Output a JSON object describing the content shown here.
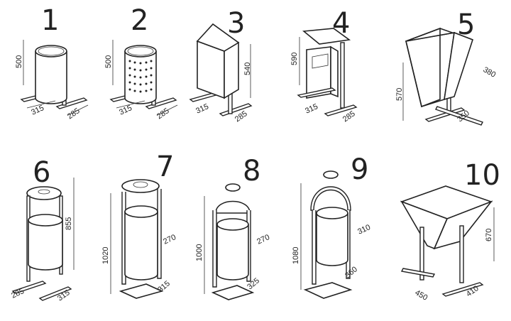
{
  "items": [
    {
      "number": "1",
      "dims": [
        "500",
        "315",
        "285"
      ]
    },
    {
      "number": "2",
      "dims": [
        "500",
        "315",
        "285"
      ]
    },
    {
      "number": "3",
      "dims": [
        "540",
        "315",
        "285"
      ]
    },
    {
      "number": "4",
      "dims": [
        "590",
        "315",
        "285"
      ]
    },
    {
      "number": "5",
      "dims": [
        "570",
        "380",
        "350"
      ]
    },
    {
      "number": "6",
      "dims": [
        "855",
        "285",
        "315"
      ]
    },
    {
      "number": "7",
      "dims": [
        "1020",
        "270",
        "315"
      ]
    },
    {
      "number": "8",
      "dims": [
        "1000",
        "270",
        "325"
      ]
    },
    {
      "number": "9",
      "dims": [
        "1080",
        "310",
        "360"
      ]
    },
    {
      "number": "10",
      "dims": [
        "670",
        "450",
        "410"
      ]
    }
  ]
}
